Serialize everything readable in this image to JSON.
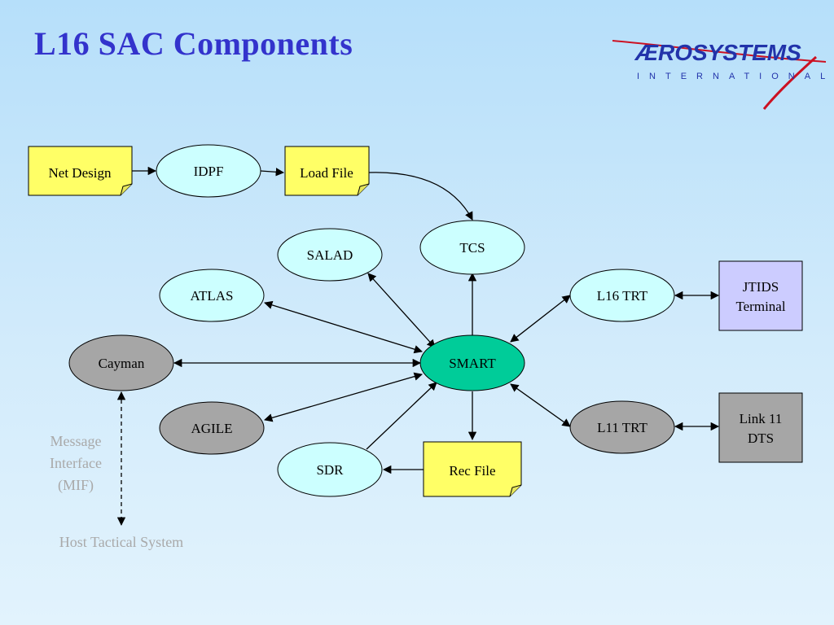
{
  "title": "L16 SAC Components",
  "logo": {
    "name": "ÆROSYSTEMS",
    "tagline": "INTERNATIONAL"
  },
  "colors": {
    "title": "#3333cc",
    "logo_blue": "#2233aa",
    "logo_red": "#cc1122",
    "ellipse_light": "#ccffff",
    "ellipse_gray": "#a6a6a6",
    "ellipse_hub": "#00cc99",
    "note_yellow": "#ffff66",
    "box_lavender": "#ccccff",
    "box_gray": "#a6a6a6",
    "side_text": "#a9a9a9"
  },
  "nodes": {
    "net_design": {
      "label": "Net Design"
    },
    "idpf": {
      "label": "IDPF"
    },
    "load_file": {
      "label": "Load File"
    },
    "tcs": {
      "label": "TCS"
    },
    "salad": {
      "label": "SALAD"
    },
    "atlas": {
      "label": "ATLAS"
    },
    "l16_trt": {
      "label": "L16 TRT"
    },
    "jtids_terminal": {
      "label_line1": "JTIDS",
      "label_line2": "Terminal"
    },
    "cayman": {
      "label": "Cayman"
    },
    "smart": {
      "label": "SMART"
    },
    "agile": {
      "label": "AGILE"
    },
    "l11_trt": {
      "label": "L11 TRT"
    },
    "link11_dts": {
      "label_line1": "Link 11",
      "label_line2": "DTS"
    },
    "sdr": {
      "label": "SDR"
    },
    "rec_file": {
      "label": "Rec File"
    }
  },
  "side_labels": {
    "mif_line1": "Message",
    "mif_line2": "Interface",
    "mif_line3": "(MIF)",
    "host": "Host Tactical System"
  }
}
